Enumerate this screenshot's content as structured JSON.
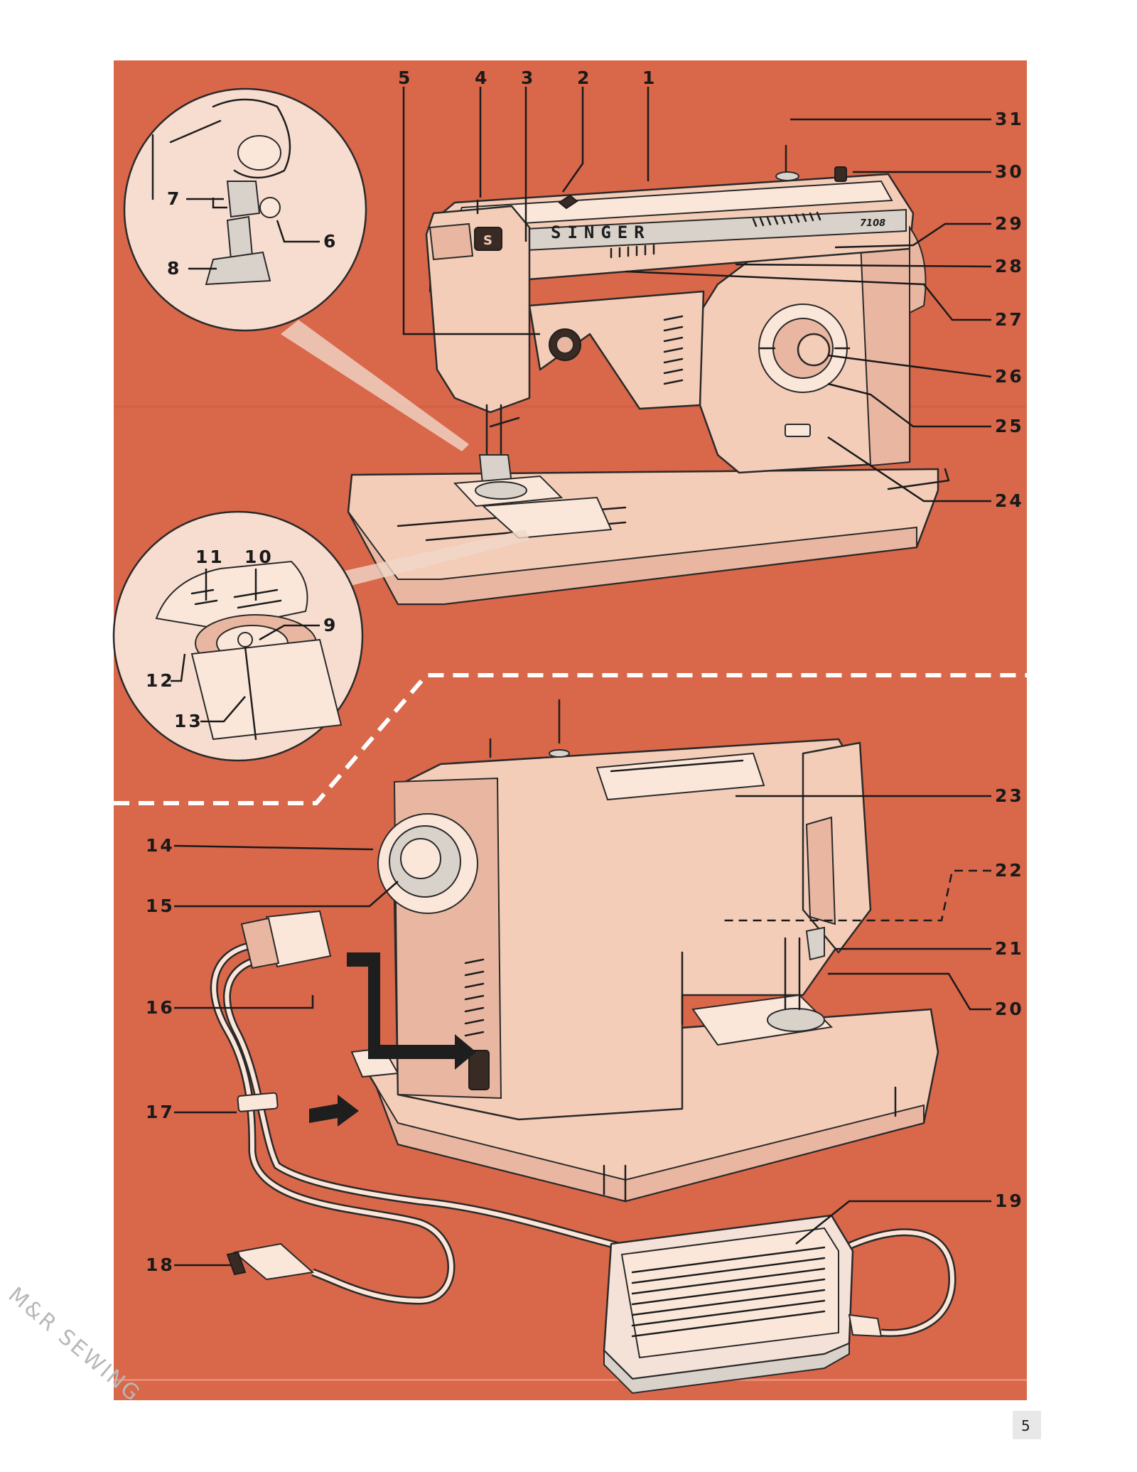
{
  "page": {
    "number": "5",
    "watermark": "M&R SEWING"
  },
  "colors": {
    "background_panel": "#d9674a",
    "machine_body": "#f4cdb8",
    "ink": "#1e1e1e",
    "dashed_divider": "#ffffff"
  },
  "brand": {
    "name": "SINGER",
    "model": "7108"
  },
  "callouts": {
    "n1": "1",
    "n2": "2",
    "n3": "3",
    "n4": "4",
    "n5": "5",
    "n6": "6",
    "n7": "7",
    "n8": "8",
    "n9": "9",
    "n10": "10",
    "n11": "11",
    "n12": "12",
    "n13": "13",
    "n14": "14",
    "n15": "15",
    "n16": "16",
    "n17": "17",
    "n18": "18",
    "n19": "19",
    "n20": "20",
    "n21": "21",
    "n22": "22",
    "n23": "23",
    "n24": "24",
    "n25": "25",
    "n26": "26",
    "n27": "27",
    "n28": "28",
    "n29": "29",
    "n30": "30",
    "n31": "31"
  }
}
